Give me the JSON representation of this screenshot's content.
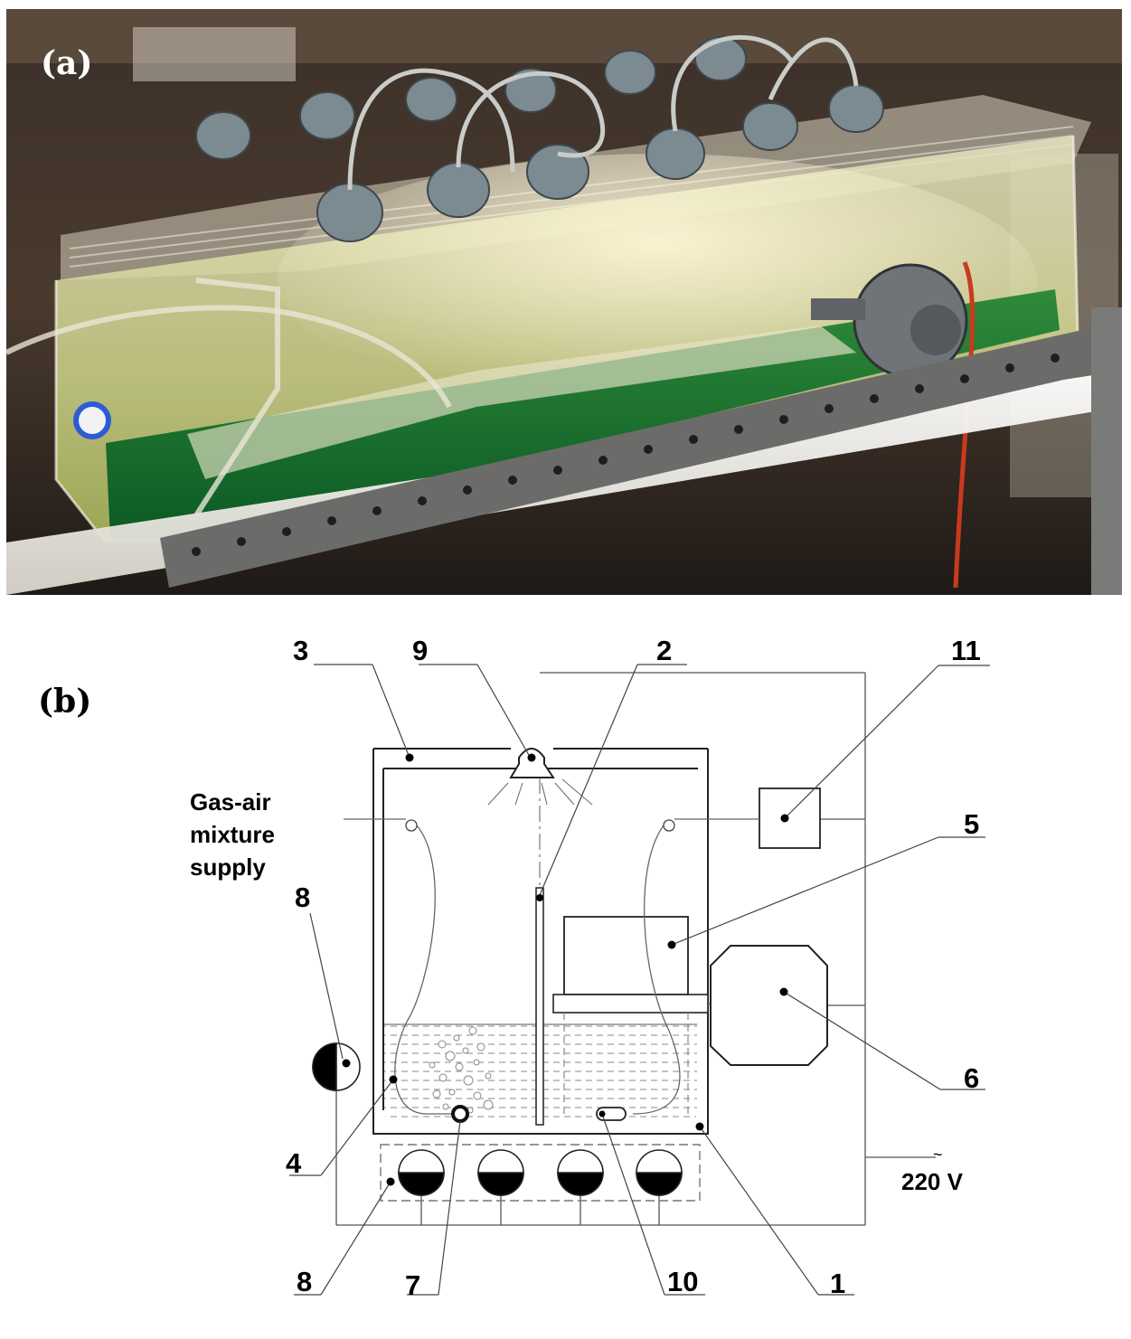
{
  "panels": {
    "a": "(a)",
    "b": "(b)"
  },
  "callouts": {
    "n1": "1",
    "n2": "2",
    "n3": "3",
    "n4": "4",
    "n5": "5",
    "n6": "6",
    "n7": "7",
    "n8_top": "8",
    "n8_bottom": "8",
    "n9": "9",
    "n10": "10",
    "n11": "11"
  },
  "labels": {
    "gas_line1": "Gas-air",
    "gas_line2": "mixture",
    "gas_line3": "supply",
    "voltage": "220 V",
    "ac_symbol": "~"
  },
  "colors": {
    "culture_green": "#0f6b2a",
    "photo_background": "#2a2420",
    "line": "#555555"
  }
}
